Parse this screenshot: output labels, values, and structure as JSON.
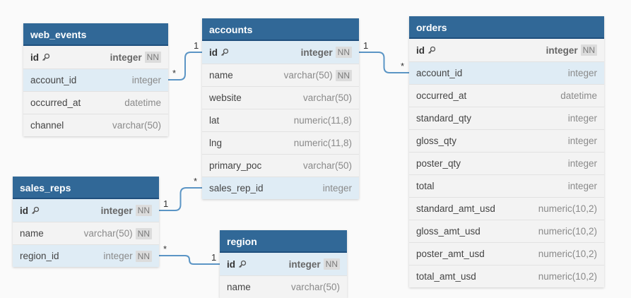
{
  "colors": {
    "header": "#316897",
    "link": "#5b95c5",
    "highlight": "#dfecf5",
    "body": "#f3f3f3"
  },
  "tables": {
    "web_events": {
      "name": "web_events",
      "columns": [
        {
          "name": "id",
          "type": "integer",
          "pk": true,
          "nn": true
        },
        {
          "name": "account_id",
          "type": "integer",
          "hl": true
        },
        {
          "name": "occurred_at",
          "type": "datetime"
        },
        {
          "name": "channel",
          "type": "varchar(50)"
        }
      ]
    },
    "accounts": {
      "name": "accounts",
      "columns": [
        {
          "name": "id",
          "type": "integer",
          "pk": true,
          "nn": true,
          "hl": true
        },
        {
          "name": "name",
          "type": "varchar(50)",
          "nn": true
        },
        {
          "name": "website",
          "type": "varchar(50)"
        },
        {
          "name": "lat",
          "type": "numeric(11,8)"
        },
        {
          "name": "lng",
          "type": "numeric(11,8)"
        },
        {
          "name": "primary_poc",
          "type": "varchar(50)"
        },
        {
          "name": "sales_rep_id",
          "type": "integer",
          "hl": true
        }
      ]
    },
    "orders": {
      "name": "orders",
      "columns": [
        {
          "name": "id",
          "type": "integer",
          "pk": true,
          "nn": true
        },
        {
          "name": "account_id",
          "type": "integer",
          "hl": true
        },
        {
          "name": "occurred_at",
          "type": "datetime"
        },
        {
          "name": "standard_qty",
          "type": "integer"
        },
        {
          "name": "gloss_qty",
          "type": "integer"
        },
        {
          "name": "poster_qty",
          "type": "integer"
        },
        {
          "name": "total",
          "type": "integer"
        },
        {
          "name": "standard_amt_usd",
          "type": "numeric(10,2)"
        },
        {
          "name": "gloss_amt_usd",
          "type": "numeric(10,2)"
        },
        {
          "name": "poster_amt_usd",
          "type": "numeric(10,2)"
        },
        {
          "name": "total_amt_usd",
          "type": "numeric(10,2)"
        }
      ]
    },
    "sales_reps": {
      "name": "sales_reps",
      "columns": [
        {
          "name": "id",
          "type": "integer",
          "pk": true,
          "nn": true,
          "hl": true
        },
        {
          "name": "name",
          "type": "varchar(50)",
          "nn": true
        },
        {
          "name": "region_id",
          "type": "integer",
          "nn": true,
          "hl": true
        }
      ]
    },
    "region": {
      "name": "region",
      "columns": [
        {
          "name": "id",
          "type": "integer",
          "pk": true,
          "nn": true,
          "hl": true
        },
        {
          "name": "name",
          "type": "varchar(50)"
        }
      ]
    }
  },
  "nn_label": "NN",
  "relationships": [
    {
      "from": "web_events.account_id",
      "to": "accounts.id",
      "from_card": "*",
      "to_card": "1"
    },
    {
      "from": "orders.account_id",
      "to": "accounts.id",
      "from_card": "*",
      "to_card": "1"
    },
    {
      "from": "accounts.sales_rep_id",
      "to": "sales_reps.id",
      "from_card": "*",
      "to_card": "1"
    },
    {
      "from": "sales_reps.region_id",
      "to": "region.id",
      "from_card": "*",
      "to_card": "1"
    }
  ]
}
